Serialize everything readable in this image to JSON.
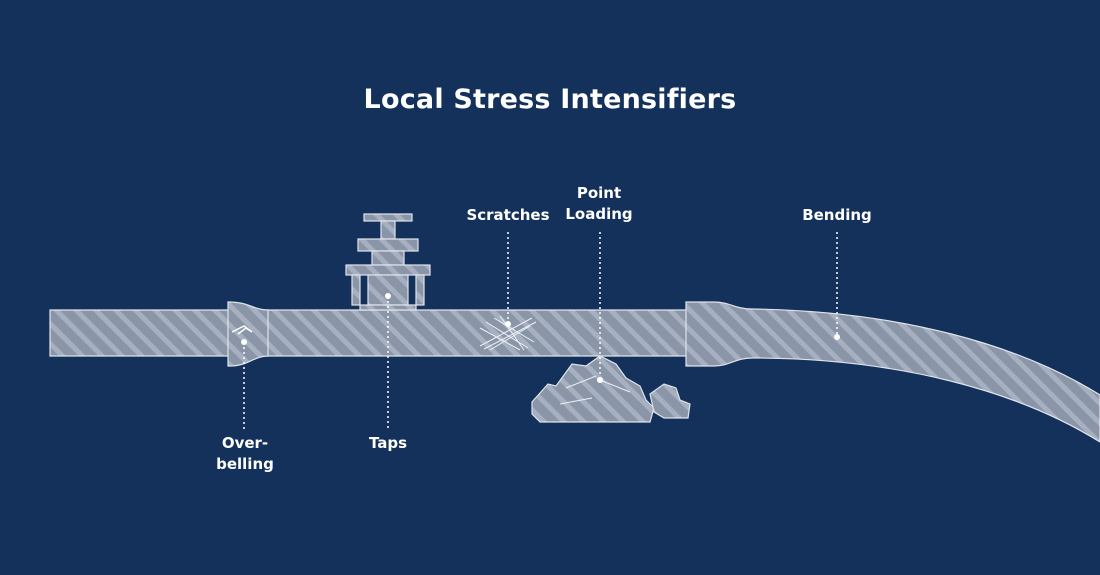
{
  "title": "Local Stress Intensifiers",
  "labels": {
    "overbelling_line1": "Over-",
    "overbelling_line2": "belling",
    "taps": "Taps",
    "scratches": "Scratches",
    "point_loading_line1": "Point",
    "point_loading_line2": "Loading",
    "bending": "Bending"
  },
  "colors": {
    "background": "#13315a",
    "pipe_fill": "#8a95a7",
    "pipe_hatch": "#a8b2c2",
    "outline": "#ffffff"
  },
  "icons": [
    "pipe",
    "valve-tap",
    "rock",
    "scratch-marks",
    "bell-joint"
  ]
}
